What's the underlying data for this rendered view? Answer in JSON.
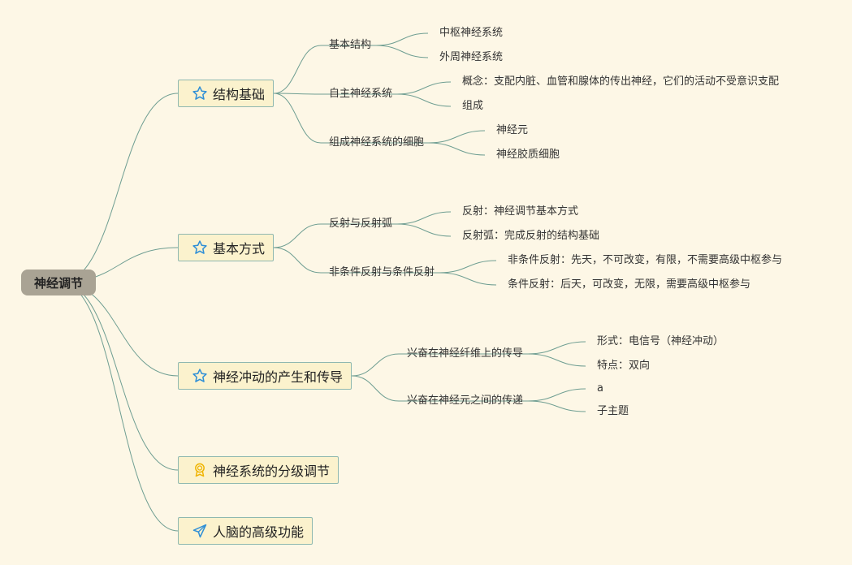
{
  "root": "神经调节",
  "topics": [
    {
      "label": "结构基础",
      "icon": "star-icon",
      "children": [
        {
          "label": "基本结构",
          "children": [
            "中枢神经系统",
            "外周神经系统"
          ]
        },
        {
          "label": "自主神经系统",
          "children": [
            "概念：支配内脏、血管和腺体的传出神经，它们的活动不受意识支配",
            "组成"
          ]
        },
        {
          "label": "组成神经系统的细胞",
          "children": [
            "神经元",
            "神经胶质细胞"
          ]
        }
      ]
    },
    {
      "label": "基本方式",
      "icon": "star-icon",
      "children": [
        {
          "label": "反射与反射弧",
          "children": [
            "反射：神经调节基本方式",
            "反射弧：完成反射的结构基础"
          ]
        },
        {
          "label": "非条件反射与条件反射",
          "children": [
            "非条件反射：先天，不可改变，有限，不需要高级中枢参与",
            "条件反射：后天，可改变，无限，需要高级中枢参与"
          ]
        }
      ]
    },
    {
      "label": "神经冲动的产生和传导",
      "icon": "star-icon",
      "children": [
        {
          "label": "兴奋在神经纤维上的传导",
          "children": [
            "形式：电信号（神经冲动）",
            "特点：双向"
          ]
        },
        {
          "label": "兴奋在神经元之间的传递",
          "children": [
            "a",
            "子主题"
          ]
        }
      ]
    },
    {
      "label": "神经系统的分级调节",
      "icon": "award-ribbon-icon",
      "children": []
    },
    {
      "label": "人脑的高级功能",
      "icon": "paper-plane-icon",
      "children": []
    }
  ],
  "colors": {
    "background": "#fdf7e6",
    "line": "#6f9e92",
    "topic_fill": "#fbf2cd",
    "topic_border": "#8fb8b0",
    "root_fill": "#a9a394",
    "star_icon": "#2f8fd6",
    "award_icon": "#f0b400",
    "plane_icon": "#2f8fd6"
  }
}
